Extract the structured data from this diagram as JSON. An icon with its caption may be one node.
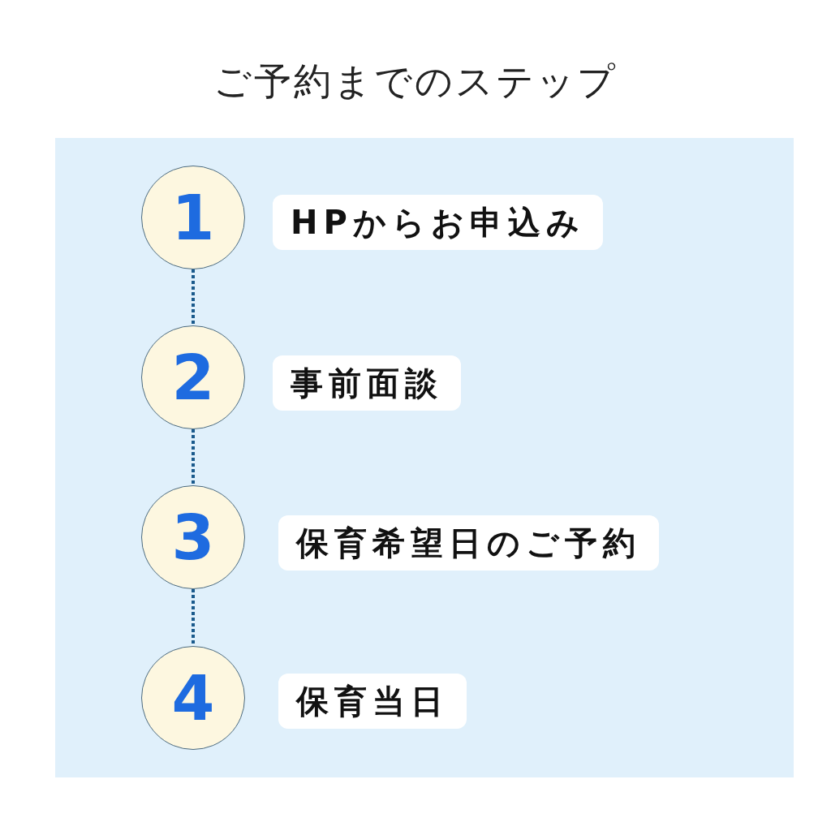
{
  "diagram": {
    "title": "ご予約までのステップ",
    "nodes": [
      {
        "text": [
          "1"
        ]
      },
      {
        "text": [
          "HPからお申込み"
        ]
      },
      {
        "text": [
          "2"
        ]
      },
      {
        "text": [
          "事前面談"
        ]
      },
      {
        "text": [
          "3"
        ]
      },
      {
        "text": [
          "保育希望日のご予約"
        ]
      },
      {
        "text": [
          "4"
        ]
      },
      {
        "text": [
          "保育当日"
        ]
      }
    ],
    "edges": [
      {
        "from": 0,
        "to": 2,
        "arrow": "none"
      },
      {
        "from": 2,
        "to": 4,
        "arrow": "none"
      },
      {
        "from": 4,
        "to": 6,
        "arrow": "none"
      }
    ]
  }
}
